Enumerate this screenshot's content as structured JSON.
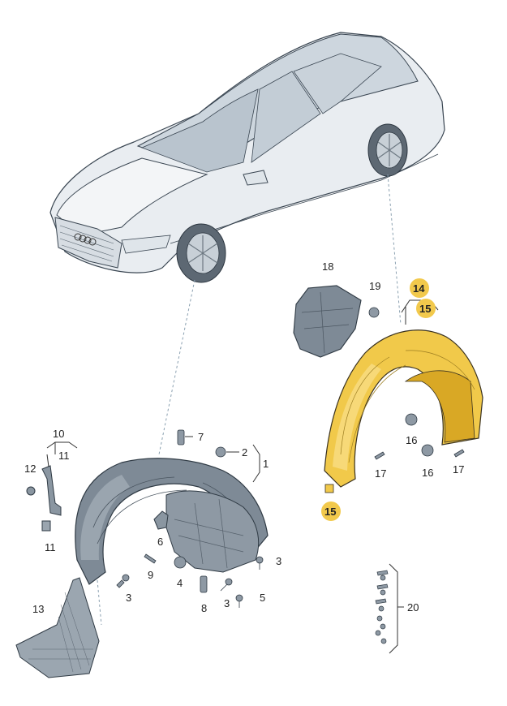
{
  "labels": {
    "l1": "1",
    "l2": "2",
    "l3a": "3",
    "l3b": "3",
    "l3c": "3",
    "l4": "4",
    "l5": "5",
    "l6": "6",
    "l7": "7",
    "l8": "8",
    "l9": "9",
    "l10": "10",
    "l11a": "11",
    "l11b": "11",
    "l12": "12",
    "l13": "13",
    "l14": "14",
    "l15a": "15",
    "l15b": "15",
    "l16a": "16",
    "l16b": "16",
    "l17a": "17",
    "l17b": "17",
    "l18": "18",
    "l19": "19",
    "l20": "20"
  },
  "colors": {
    "highlight": "#f2c94c",
    "liner_grey": "#7e8a96",
    "liner_yellow": "#f1c94a",
    "car_body": "#e9edf1",
    "outline": "#3a4652"
  }
}
